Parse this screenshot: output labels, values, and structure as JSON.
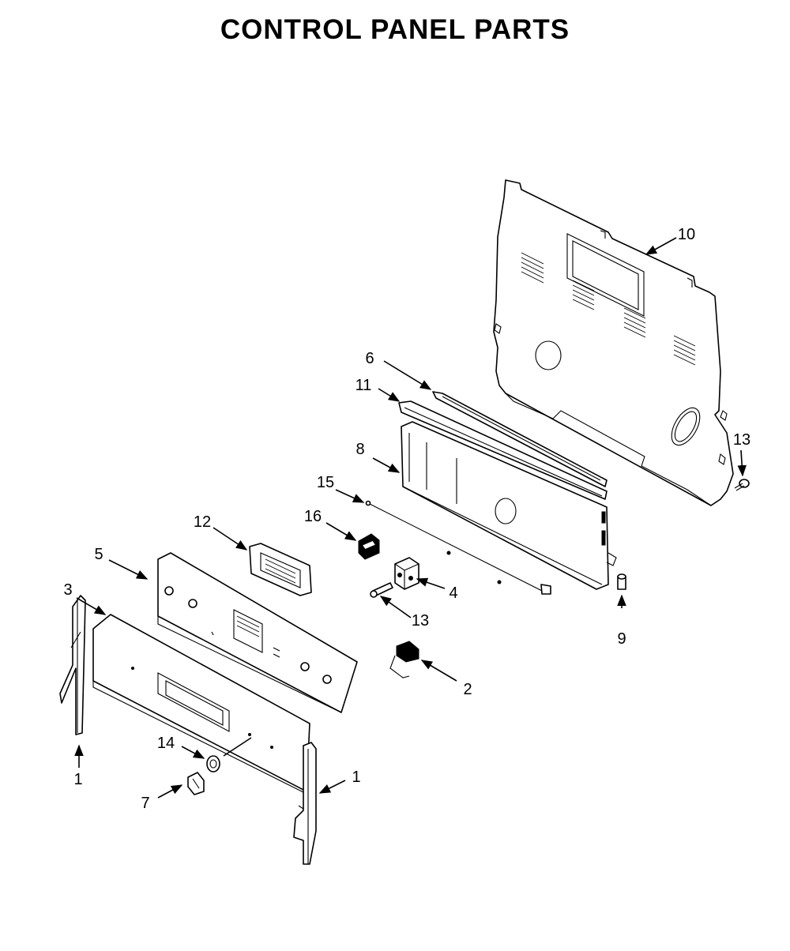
{
  "title": "CONTROL PANEL PARTS",
  "callouts": {
    "c10": "10",
    "c6": "6",
    "c11": "11",
    "c8": "8",
    "c13a": "13",
    "c15": "15",
    "c16": "16",
    "c12": "12",
    "c5": "5",
    "c3": "3",
    "c4": "4",
    "c13b": "13",
    "c9": "9",
    "c2": "2",
    "c14": "14",
    "c1a": "1",
    "c1b": "1",
    "c7": "7"
  }
}
